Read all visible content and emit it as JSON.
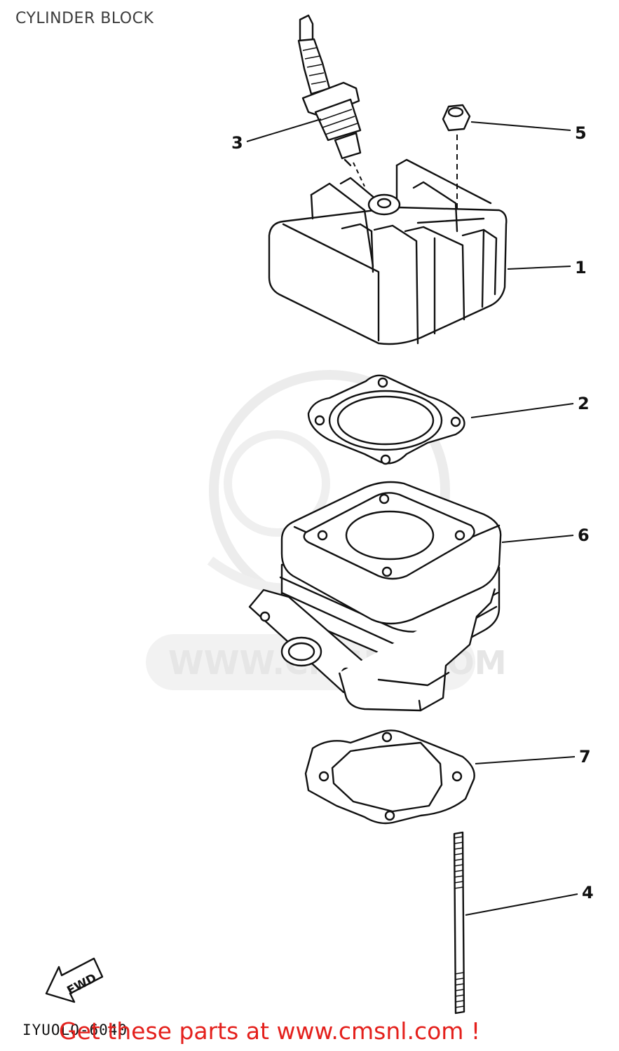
{
  "title": "CYLINDER BLOCK",
  "watermark_text": "WWW.CMSNL.COM",
  "fwd_label": "FWD",
  "diagram_code": "IYUOLO-6040",
  "promo_text": "Get these parts at www.cmsnl.com !",
  "colors": {
    "line": "#111111",
    "promo": "#e4201c",
    "watermark": "#e6e6e6",
    "title": "#3c3c3c"
  },
  "callouts": [
    {
      "number": "1",
      "part": "cylinder-head"
    },
    {
      "number": "2",
      "part": "cylinder-head-gasket"
    },
    {
      "number": "3",
      "part": "spark-plug"
    },
    {
      "number": "4",
      "part": "stud-bolt"
    },
    {
      "number": "5",
      "part": "nut"
    },
    {
      "number": "6",
      "part": "cylinder"
    },
    {
      "number": "7",
      "part": "cylinder-gasket"
    }
  ]
}
